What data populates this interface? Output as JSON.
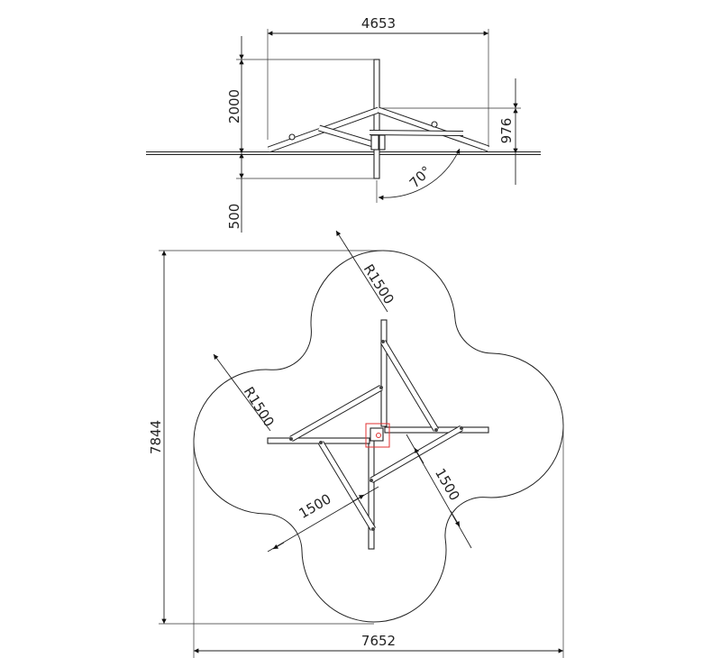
{
  "elevation": {
    "width_label": "4653",
    "height_label": "2000",
    "depth_label": "500",
    "seat_height_label": "976",
    "angle_label": "70°"
  },
  "plan": {
    "overall_height_label": "7844",
    "overall_width_label": "7652",
    "radius_top_label": "R1500",
    "radius_left_label": "R1500",
    "clearance_right_label": "1500",
    "clearance_left_label": "1500"
  },
  "colors": {
    "line": "#222222",
    "highlight": "#e03030"
  }
}
